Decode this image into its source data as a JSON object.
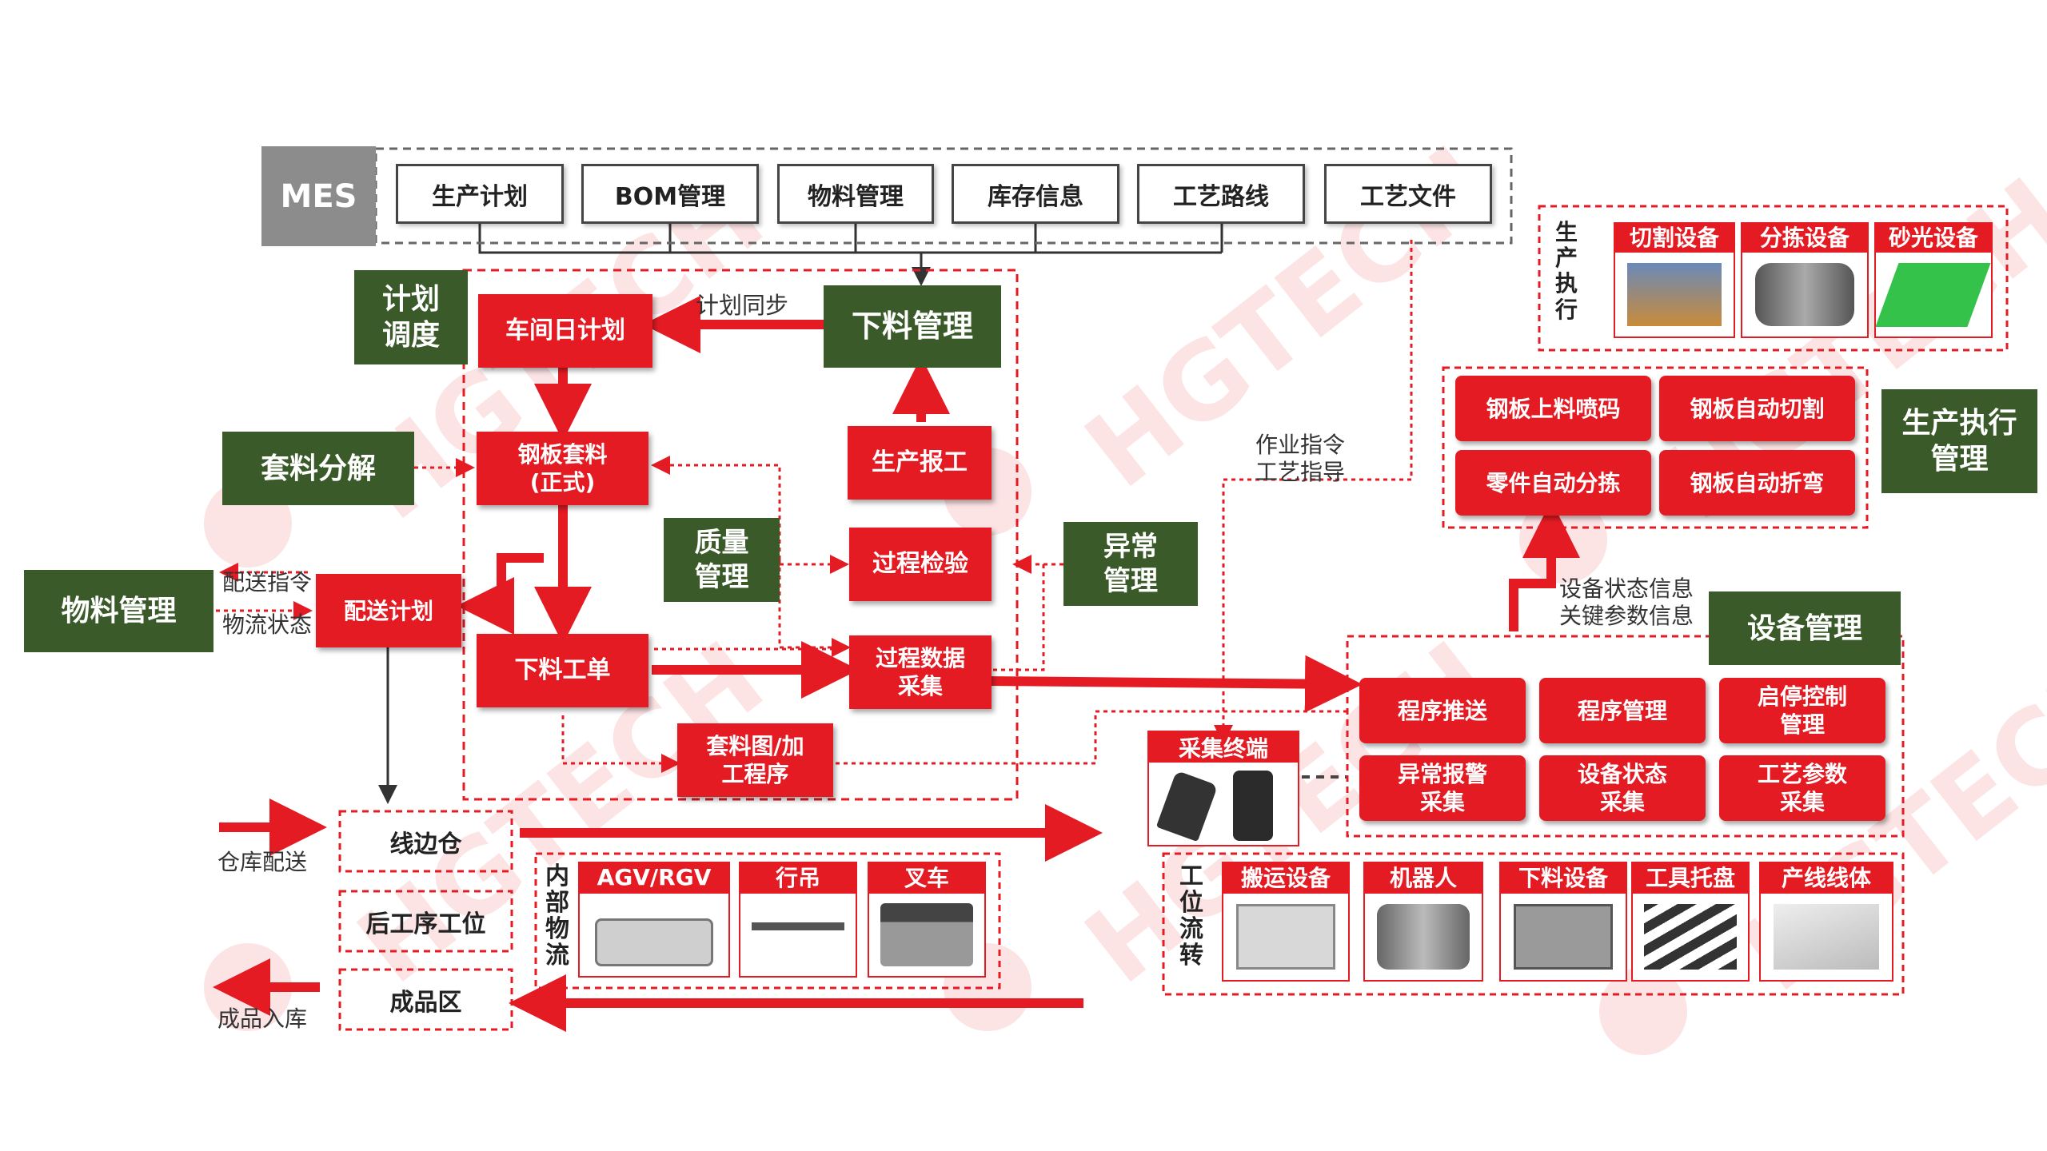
{
  "mes": {
    "label": "MES",
    "modules": [
      "生产计划",
      "BOM管理",
      "物料管理",
      "库存信息",
      "工艺路线",
      "工艺文件"
    ]
  },
  "left": {
    "plan_dispatch": "计划\n调度",
    "nesting_decomposition": "套料分解",
    "material_mgmt": "物料管理",
    "delivery_instruction": "配送指令",
    "logistics_status": "物流状态"
  },
  "core": {
    "workshop_daily_plan": "车间日计划",
    "plan_sync": "计划同步",
    "blanking_mgmt": "下料管理",
    "steel_nesting": "钢板套料\n(正式)",
    "production_report": "生产报工",
    "quality_mgmt": "质量\n管理",
    "process_inspection": "过程检验",
    "exception_mgmt": "异常\n管理",
    "delivery_plan": "配送计划",
    "blanking_order": "下料工单",
    "process_data_collection": "过程数据\n采集",
    "nesting_drawing": "套料图/加\n工程序"
  },
  "prod_exec_top": {
    "side_label": "生\n产\n执\n行",
    "items": [
      "切割设备",
      "分拣设备",
      "砂光设备"
    ]
  },
  "prod_exec_mgmt": {
    "label": "生产执行\n管理",
    "items": [
      "钢板上料喷码",
      "钢板自动切割",
      "零件自动分拣",
      "钢板自动折弯"
    ]
  },
  "work_instruction": "作业指令\n工艺指导",
  "equipment_info": "设备状态信息\n关键参数信息",
  "equipment_mgmt": {
    "label": "设备管理",
    "items": [
      "程序推送",
      "程序管理",
      "启停控制\n管理",
      "异常报警\n采集",
      "设备状态\n采集",
      "工艺参数\n采集"
    ]
  },
  "collection_terminal": "采集终端",
  "warehouse": {
    "line_side": "线边仓",
    "next_station": "后工序工位",
    "finished_area": "成品区",
    "warehouse_delivery": "仓库配送",
    "finished_storage": "成品入库"
  },
  "internal_logistics": {
    "side_label": "内\n部\n物\n流",
    "items": [
      "AGV/RGV",
      "行吊",
      "叉车"
    ]
  },
  "station_flow": {
    "side_label": "工\n位\n流\n转",
    "items": [
      "搬运设备",
      "机器人",
      "下料设备",
      "工具托盘",
      "产线线体"
    ]
  },
  "watermark": "HGTECH",
  "colors": {
    "accent": "#e41b23",
    "green": "#3a5a2a",
    "gray": "#8c8c8c"
  }
}
